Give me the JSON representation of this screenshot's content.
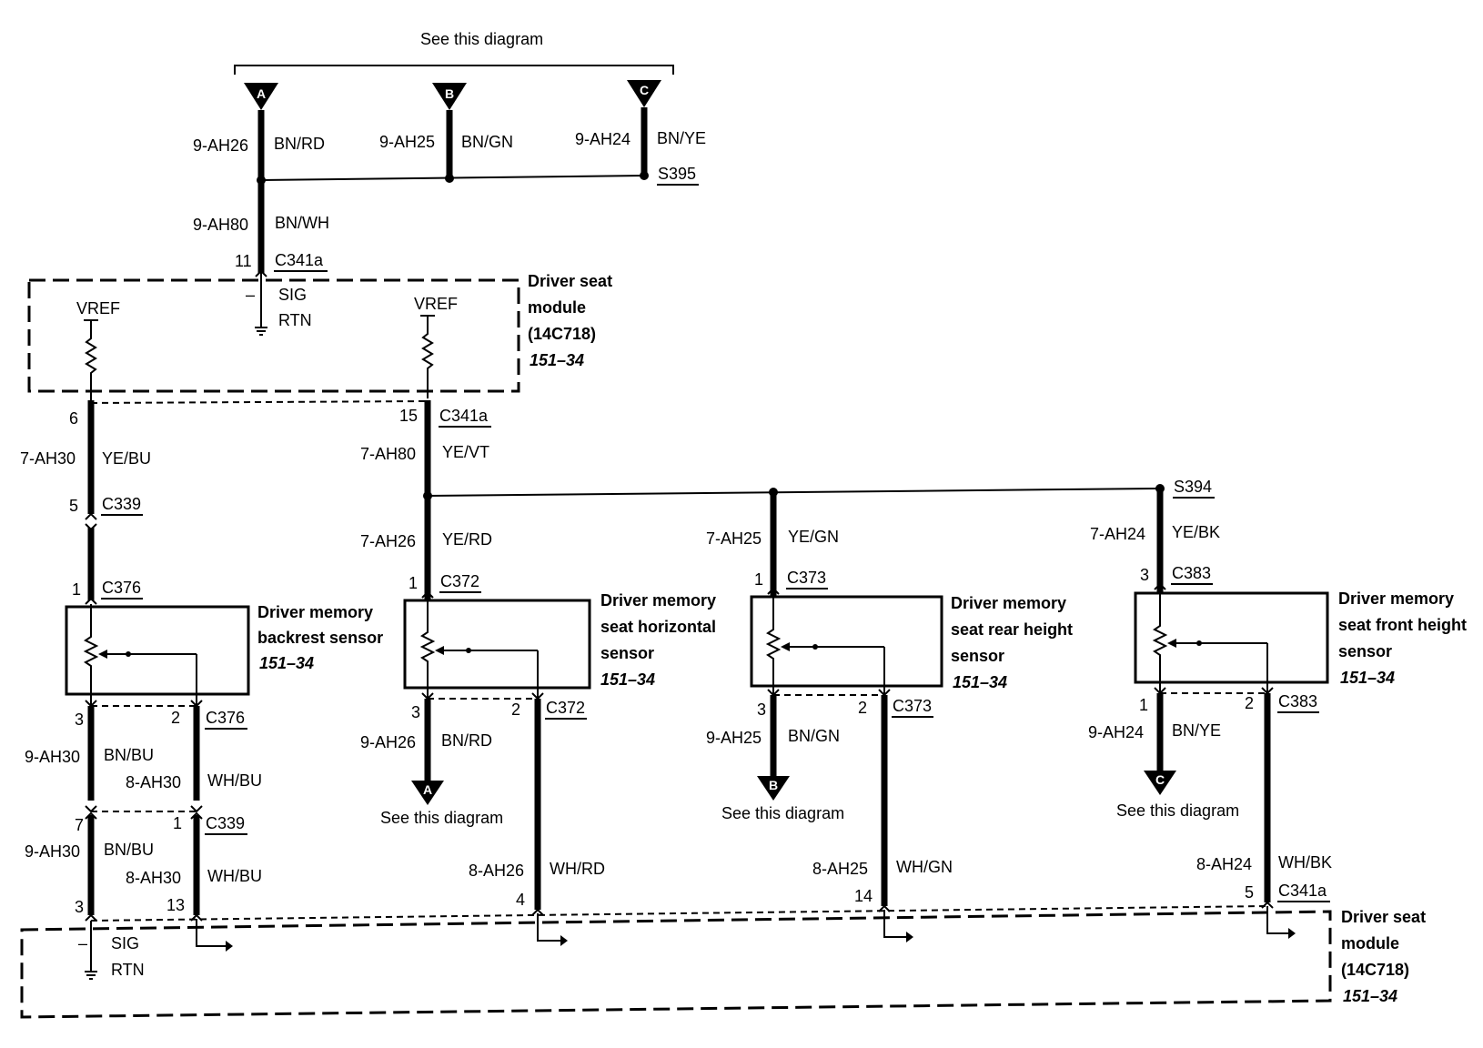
{
  "top_note": "See this diagram",
  "connectors": {
    "a": "A",
    "b": "B",
    "c": "C"
  },
  "top": {
    "a_wire": {
      "circuit": "9-AH26",
      "color": "BN/RD"
    },
    "b_wire": {
      "circuit": "9-AH25",
      "color": "BN/GN"
    },
    "c_wire": {
      "circuit": "9-AH24",
      "color": "BN/YE"
    },
    "splice": "S395",
    "main_wire": {
      "circuit": "9-AH80",
      "color": "BN/WH"
    },
    "pin": "11",
    "connector": "C341a"
  },
  "module": {
    "title_line1": "Driver seat",
    "title_line2": "module",
    "part": "(14C718)",
    "ref": "151–34",
    "vref": "VREF",
    "minus": "–",
    "sig": "SIG",
    "rtn": "RTN"
  },
  "left_vref_wire": {
    "pin_top": "6",
    "circuit": "7-AH30",
    "color": "YE/BU",
    "pin_c339": "5",
    "c339": "C339",
    "pin_c376": "1",
    "c376": "C376"
  },
  "right_vref_wire": {
    "pin": "15",
    "connector": "C341a",
    "circuit": "7-AH80",
    "color": "YE/VT"
  },
  "splice_s394": "S394",
  "sensors": {
    "backrest": {
      "line1": "Driver memory",
      "line2": "backrest sensor",
      "ref": "151–34",
      "pin_left": "3",
      "pin_right": "2",
      "connector": "C376",
      "left_wire": {
        "circuit": "9-AH30",
        "color": "BN/BU"
      },
      "right_wire": {
        "circuit": "8-AH30",
        "color": "WH/BU"
      },
      "c339_pin_left": "7",
      "c339_pin_right": "1",
      "c339": "C339",
      "left_wire2": {
        "circuit": "9-AH30",
        "color": "BN/BU"
      },
      "right_wire2": {
        "circuit": "8-AH30",
        "color": "WH/BU"
      },
      "module_pin_left": "3",
      "module_pin_right": "13"
    },
    "horizontal": {
      "line1": "Driver memory",
      "line2": "seat horizontal",
      "line3": "sensor",
      "ref": "151–34",
      "in_wire": {
        "circuit": "7-AH26",
        "color": "YE/RD"
      },
      "pin_in": "1",
      "connector_in": "C372",
      "pin_left": "3",
      "pin_right": "2",
      "connector": "C372",
      "left_wire": {
        "circuit": "9-AH26",
        "color": "BN/RD"
      },
      "right_wire": {
        "circuit": "8-AH26",
        "color": "WH/RD"
      },
      "module_pin": "4"
    },
    "rear": {
      "line1": "Driver memory",
      "line2": "seat rear height",
      "line3": "sensor",
      "ref": "151–34",
      "in_wire": {
        "circuit": "7-AH25",
        "color": "YE/GN"
      },
      "pin_in": "1",
      "connector_in": "C373",
      "pin_left": "3",
      "pin_right": "2",
      "connector": "C373",
      "left_wire": {
        "circuit": "9-AH25",
        "color": "BN/GN"
      },
      "right_wire": {
        "circuit": "8-AH25",
        "color": "WH/GN"
      },
      "module_pin": "14"
    },
    "front": {
      "line1": "Driver memory",
      "line2": "seat front height",
      "line3": "sensor",
      "ref": "151–34",
      "in_wire": {
        "circuit": "7-AH24",
        "color": "YE/BK"
      },
      "pin_in": "3",
      "connector_in": "C383",
      "pin_left": "1",
      "pin_right": "2",
      "connector": "C383",
      "left_wire": {
        "circuit": "9-AH24",
        "color": "BN/YE"
      },
      "right_wire": {
        "circuit": "8-AH24",
        "color": "WH/BK"
      },
      "module_pin": "5",
      "module_connector": "C341a"
    }
  },
  "bottom_note": "See this diagram"
}
